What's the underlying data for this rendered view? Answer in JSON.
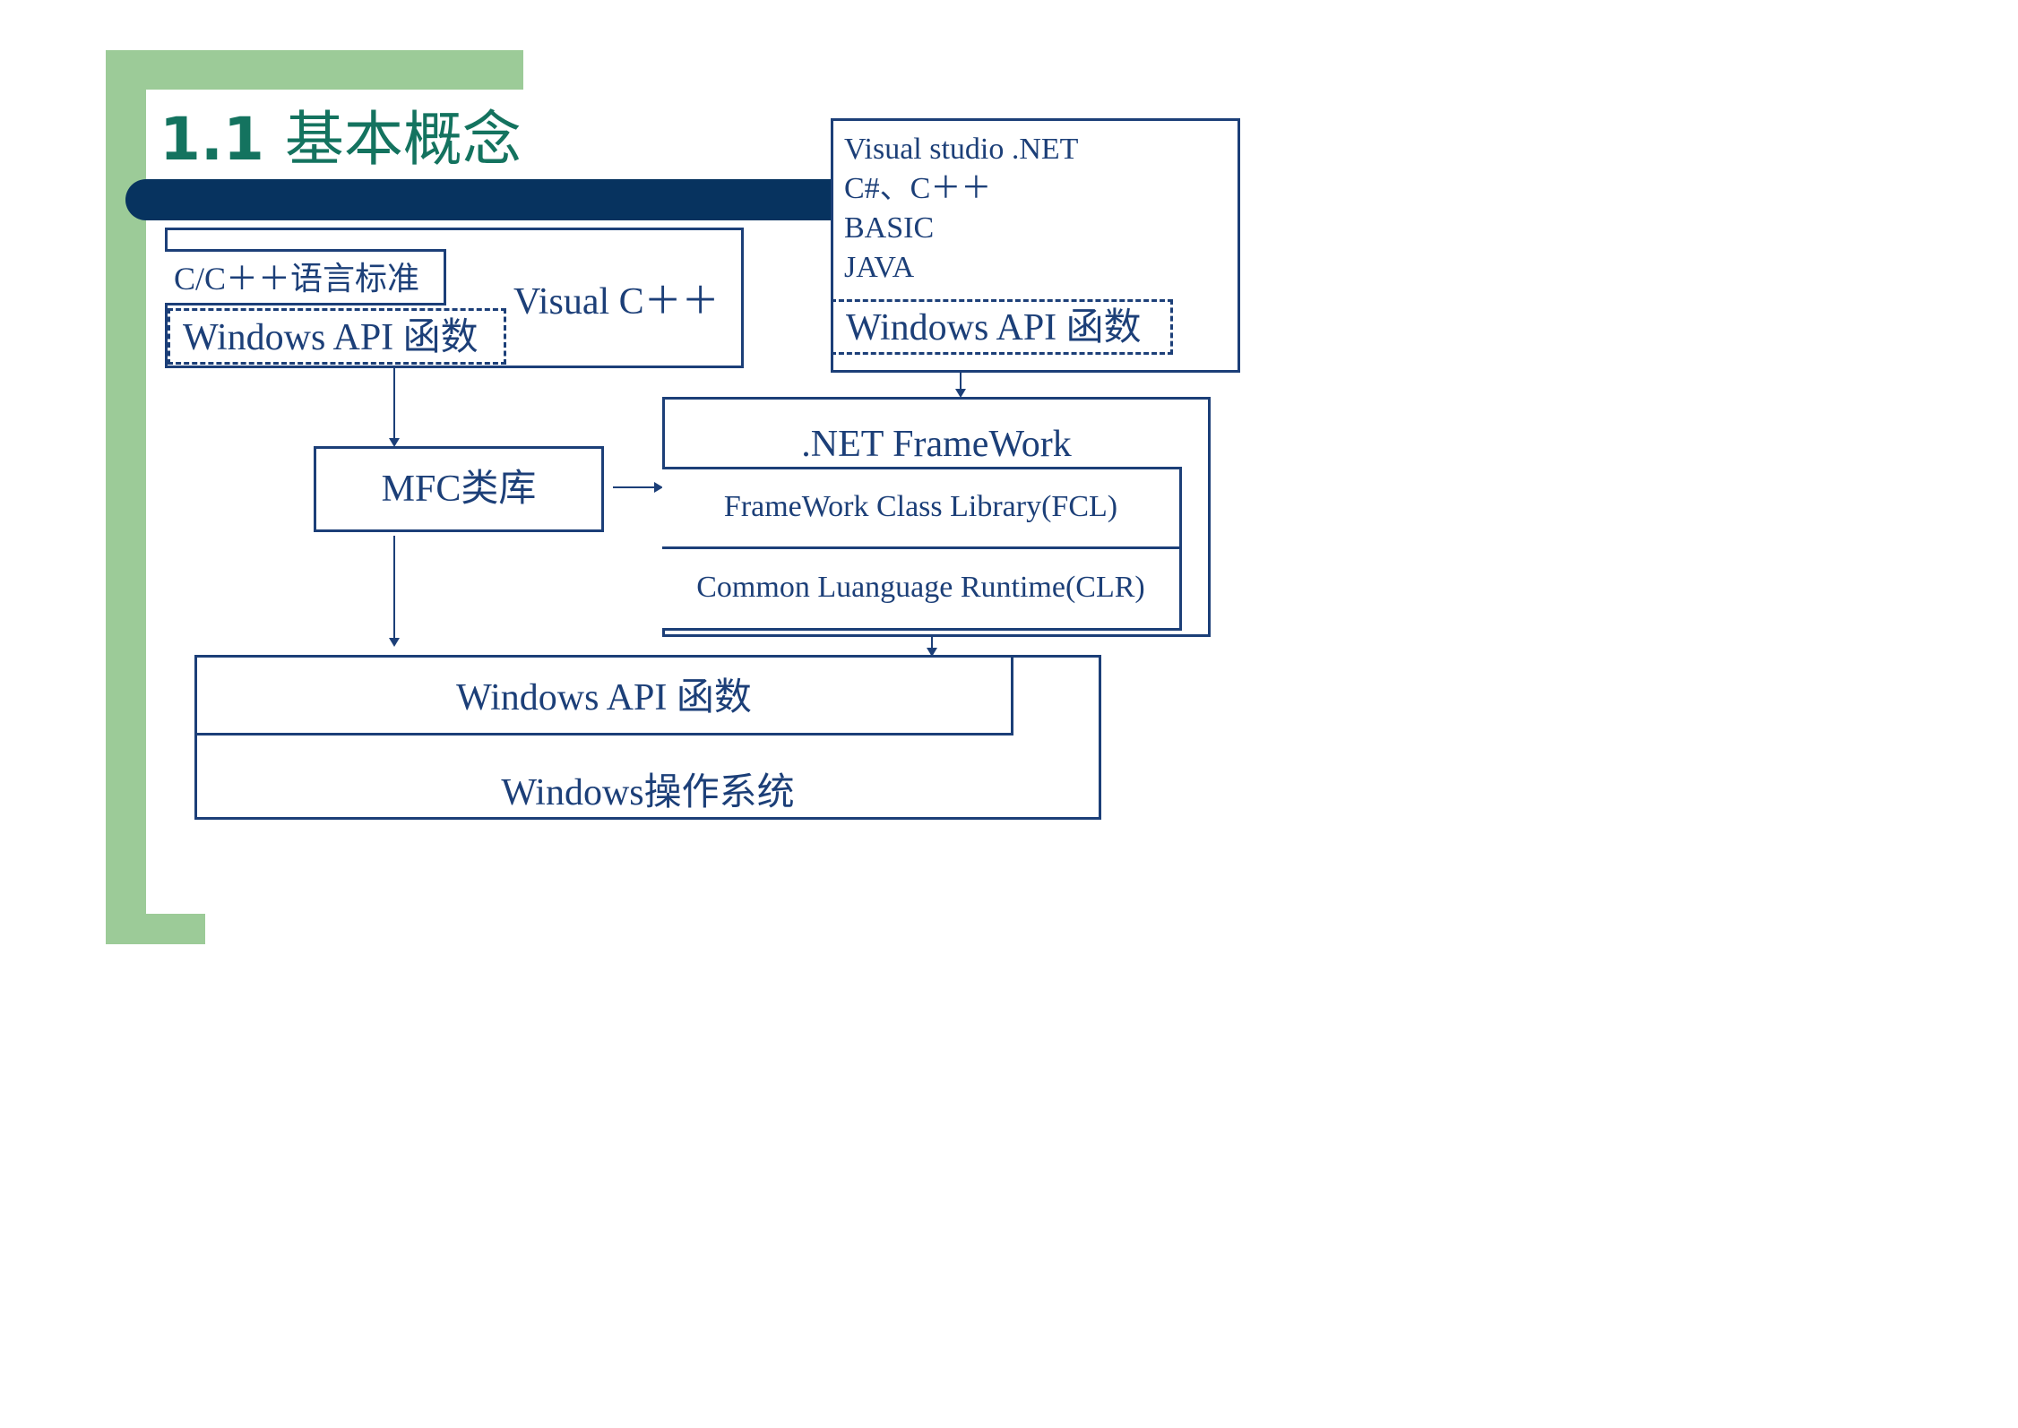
{
  "title": {
    "number": "1.1",
    "text": "基本概念"
  },
  "visual_cpp_block": {
    "label": "Visual C＋＋",
    "standard_box": "C/C＋＋语言标准",
    "api_box": "Windows API 函数"
  },
  "dotnet_langs_block": {
    "lines": [
      "Visual studio .NET",
      "C#、C＋＋",
      "BASIC",
      "JAVA"
    ],
    "api_box": "Windows API 函数"
  },
  "mfc_box": "MFC类库",
  "dotnet_framework": {
    "title": ".NET FrameWork",
    "fcl": "FrameWork Class Library(FCL)",
    "clr": "Common Luanguage Runtime(CLR)"
  },
  "os_block": {
    "api": "Windows API  函数",
    "os": "Windows操作系统"
  },
  "colors": {
    "accent_green": "#9ccb98",
    "title_green": "#14735f",
    "navy_bar": "#07335f",
    "line_blue": "#1c3f78"
  }
}
